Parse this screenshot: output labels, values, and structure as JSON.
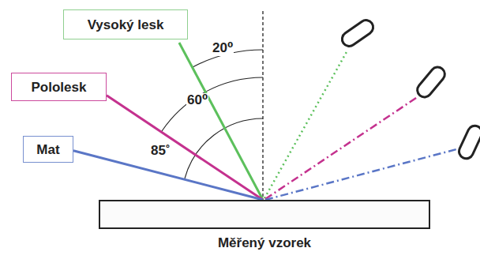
{
  "diagram": {
    "nodes": [
      {
        "text": [
          "Vysoký lesk"
        ]
      },
      {
        "text": [
          "Pololesk"
        ]
      },
      {
        "text": [
          "Mat"
        ]
      },
      {
        "text": [
          "Měřený vzorek"
        ]
      }
    ],
    "edges": [
      {
        "from": 0,
        "to": 3,
        "arrow": "none"
      },
      {
        "from": 1,
        "to": 3,
        "arrow": "none"
      },
      {
        "from": 2,
        "to": 3,
        "arrow": "none"
      }
    ],
    "labels": [
      "20⁰",
      "60⁰",
      "85˚"
    ]
  }
}
